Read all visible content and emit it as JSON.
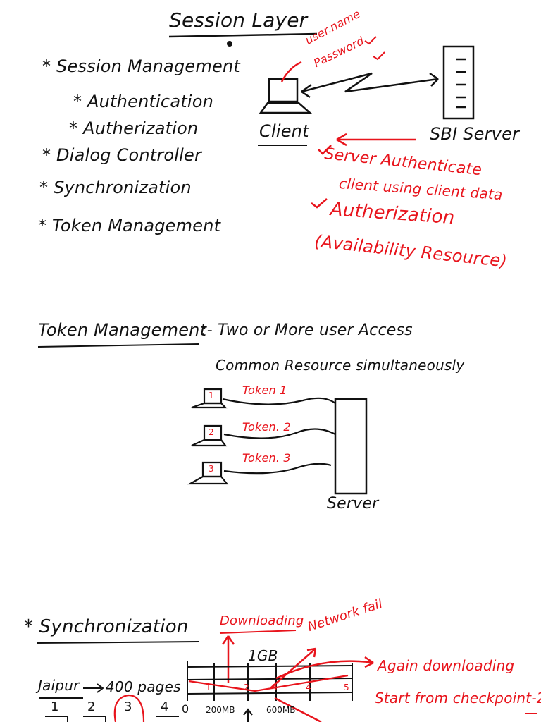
{
  "section1": {
    "title": "Session Layer",
    "bullets": [
      "* Session Management",
      "* Authentication",
      "* Autherization",
      "* Dialog Controller",
      "* Synchronization",
      "* Token Management"
    ],
    "client_label": "Client",
    "server_label": "SBI Server",
    "user_name_note": "user.name",
    "password_note": "Password",
    "auth_note_line1": "Server Authenticate",
    "auth_note_line2": "client using client data",
    "autherization_note": "Autherization",
    "availability_note": "(Availability Resource)"
  },
  "section2": {
    "heading": "Token Management",
    "desc_line1": ":- Two or More user Access",
    "desc_line2": "Common Resource simultaneously",
    "tokens": [
      {
        "number": "1",
        "label": "Token 1"
      },
      {
        "number": "2",
        "label": "Token. 2"
      },
      {
        "number": "3",
        "label": "Token. 3"
      }
    ],
    "server_label": "Server"
  },
  "section3": {
    "heading": "* Synchronization",
    "downloading_label": "Downloading",
    "size_label": "1GB",
    "network_fail_label": "Network fail",
    "again_line1": "Again downloading",
    "again_line2": "Start from checkpoint-2",
    "jaipur_label": "Jaipur",
    "pages_label": "400 pages",
    "page_numbers": [
      "1",
      "2",
      "3",
      "4"
    ],
    "axis_labels": [
      "0",
      "200MB",
      "600MB"
    ],
    "checkpoints": [
      "1",
      "2",
      "3",
      "4",
      "5"
    ]
  }
}
